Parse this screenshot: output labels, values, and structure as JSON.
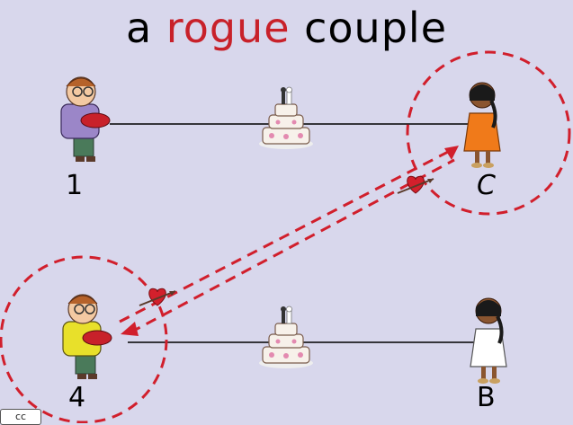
{
  "title": {
    "prefix": "a ",
    "highlight": "rogue",
    "suffix": " couple"
  },
  "labels": {
    "man_top": "1",
    "woman_top": "C",
    "man_bottom": "4",
    "woman_bottom": "B"
  },
  "badge": "cc",
  "colors": {
    "background": "#d8d7ec",
    "accent": "#c8212a",
    "line": "#000000"
  }
}
